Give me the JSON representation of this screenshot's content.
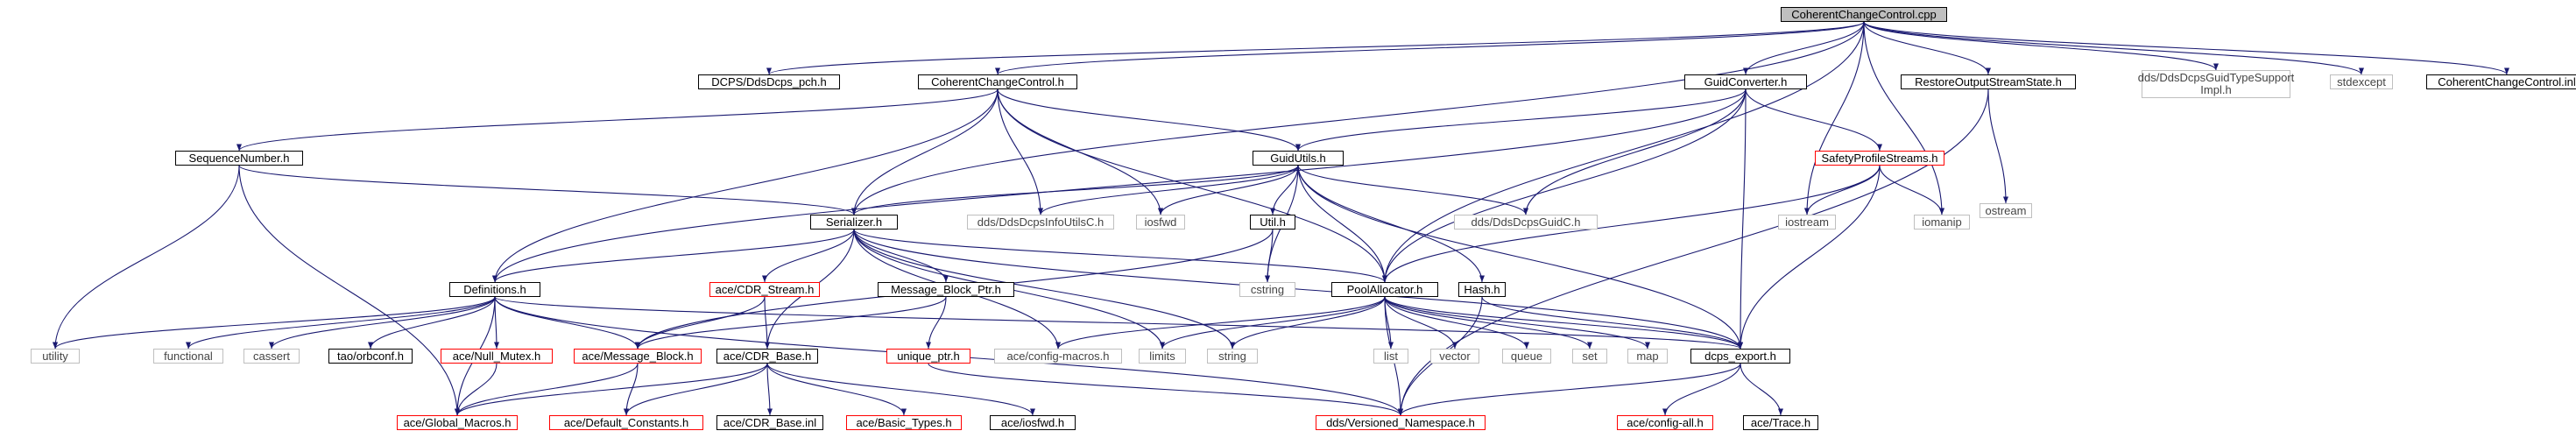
{
  "nodes": {
    "root": {
      "label": "CoherentChangeControl.cpp",
      "kind": "root"
    },
    "dcps_pch": {
      "label": "DCPS/DdsDcps_pch.h",
      "kind": "file"
    },
    "cc_h": {
      "label": "CoherentChangeControl.h",
      "kind": "file"
    },
    "guidconv": {
      "label": "GuidConverter.h",
      "kind": "file"
    },
    "restore": {
      "label": "RestoreOutputStreamState.h",
      "kind": "file"
    },
    "guidtypesupport": {
      "label": "dds/DdsDcpsGuidTypeSupport Impl.h",
      "kind": "external"
    },
    "stdexcept": {
      "label": "stdexcept",
      "kind": "external"
    },
    "cc_inl": {
      "label": "CoherentChangeControl.inl",
      "kind": "file"
    },
    "seqnum": {
      "label": "SequenceNumber.h",
      "kind": "file"
    },
    "guidutils": {
      "label": "GuidUtils.h",
      "kind": "file"
    },
    "safety": {
      "label": "SafetyProfileStreams.h",
      "kind": "missing"
    },
    "ostream": {
      "label": "ostream",
      "kind": "external"
    },
    "serializer": {
      "label": "Serializer.h",
      "kind": "file"
    },
    "infoutils": {
      "label": "dds/DdsDcpsInfoUtilsC.h",
      "kind": "external"
    },
    "iosfwd": {
      "label": "iosfwd",
      "kind": "external"
    },
    "util": {
      "label": "Util.h",
      "kind": "file"
    },
    "guidc": {
      "label": "dds/DdsDcpsGuidC.h",
      "kind": "external"
    },
    "iostream": {
      "label": "iostream",
      "kind": "external"
    },
    "iomanip": {
      "label": "iomanip",
      "kind": "external"
    },
    "definitions": {
      "label": "Definitions.h",
      "kind": "file"
    },
    "cdr_stream": {
      "label": "ace/CDR_Stream.h",
      "kind": "missing"
    },
    "mbptr": {
      "label": "Message_Block_Ptr.h",
      "kind": "file"
    },
    "cstring": {
      "label": "cstring",
      "kind": "external"
    },
    "poolalloc": {
      "label": "PoolAllocator.h",
      "kind": "file"
    },
    "hash": {
      "label": "Hash.h",
      "kind": "file"
    },
    "utility": {
      "label": "utility",
      "kind": "external"
    },
    "functional": {
      "label": "functional",
      "kind": "external"
    },
    "cassert": {
      "label": "cassert",
      "kind": "external"
    },
    "orbconf": {
      "label": "tao/orbconf.h",
      "kind": "file"
    },
    "nullmutex": {
      "label": "ace/Null_Mutex.h",
      "kind": "missing"
    },
    "msgblock": {
      "label": "ace/Message_Block.h",
      "kind": "missing"
    },
    "cdr_base": {
      "label": "ace/CDR_Base.h",
      "kind": "file"
    },
    "uniqueptr": {
      "label": "unique_ptr.h",
      "kind": "missing"
    },
    "configmacros": {
      "label": "ace/config-macros.h",
      "kind": "external"
    },
    "limits": {
      "label": "limits",
      "kind": "external"
    },
    "string": {
      "label": "string",
      "kind": "external"
    },
    "list": {
      "label": "list",
      "kind": "external"
    },
    "vector": {
      "label": "vector",
      "kind": "external"
    },
    "queue": {
      "label": "queue",
      "kind": "external"
    },
    "set": {
      "label": "set",
      "kind": "external"
    },
    "map": {
      "label": "map",
      "kind": "external"
    },
    "dcps_export": {
      "label": "dcps_export.h",
      "kind": "file"
    },
    "globalmacros": {
      "label": "ace/Global_Macros.h",
      "kind": "missing"
    },
    "defconst": {
      "label": "ace/Default_Constants.h",
      "kind": "missing"
    },
    "cdr_inl": {
      "label": "ace/CDR_Base.inl",
      "kind": "file"
    },
    "basictypes": {
      "label": "ace/Basic_Types.h",
      "kind": "missing"
    },
    "ace_iosfwd": {
      "label": "ace/iosfwd.h",
      "kind": "file"
    },
    "versioned": {
      "label": "dds/Versioned_Namespace.h",
      "kind": "missing"
    },
    "configall": {
      "label": "ace/config-all.h",
      "kind": "missing"
    },
    "trace": {
      "label": "ace/Trace.h",
      "kind": "file"
    }
  },
  "edges": [
    [
      "root",
      "dcps_pch"
    ],
    [
      "root",
      "cc_h"
    ],
    [
      "root",
      "serializer"
    ],
    [
      "root",
      "poolalloc"
    ],
    [
      "root",
      "guidconv"
    ],
    [
      "root",
      "iostream"
    ],
    [
      "root",
      "restore"
    ],
    [
      "root",
      "guidtypesupport"
    ],
    [
      "root",
      "stdexcept"
    ],
    [
      "root",
      "cc_inl"
    ],
    [
      "root",
      "iomanip"
    ],
    [
      "cc_h",
      "seqnum"
    ],
    [
      "cc_h",
      "serializer"
    ],
    [
      "cc_h",
      "guidutils"
    ],
    [
      "cc_h",
      "definitions"
    ],
    [
      "cc_h",
      "infoutils"
    ],
    [
      "cc_h",
      "iosfwd"
    ],
    [
      "cc_h",
      "poolalloc"
    ],
    [
      "seqnum",
      "serializer"
    ],
    [
      "seqnum",
      "utility"
    ],
    [
      "seqnum",
      "globalmacros"
    ],
    [
      "guidconv",
      "guidutils"
    ],
    [
      "guidconv",
      "safety"
    ],
    [
      "guidconv",
      "guidc"
    ],
    [
      "guidconv",
      "dcps_export"
    ],
    [
      "guidconv",
      "definitions"
    ],
    [
      "guidconv",
      "poolalloc"
    ],
    [
      "guidutils",
      "serializer"
    ],
    [
      "guidutils",
      "infoutils"
    ],
    [
      "guidutils",
      "iosfwd"
    ],
    [
      "guidutils",
      "util"
    ],
    [
      "guidutils",
      "guidc"
    ],
    [
      "guidutils",
      "cstring"
    ],
    [
      "guidutils",
      "poolalloc"
    ],
    [
      "guidutils",
      "hash"
    ],
    [
      "guidutils",
      "dcps_export"
    ],
    [
      "safety",
      "iostream"
    ],
    [
      "safety",
      "iomanip"
    ],
    [
      "safety",
      "poolalloc"
    ],
    [
      "safety",
      "dcps_export"
    ],
    [
      "restore",
      "ostream"
    ],
    [
      "restore",
      "versioned"
    ],
    [
      "serializer",
      "definitions"
    ],
    [
      "serializer",
      "cdr_stream"
    ],
    [
      "serializer",
      "mbptr"
    ],
    [
      "serializer",
      "poolalloc"
    ],
    [
      "serializer",
      "dcps_export"
    ],
    [
      "serializer",
      "configmacros"
    ],
    [
      "serializer",
      "limits"
    ],
    [
      "serializer",
      "string"
    ],
    [
      "serializer",
      "cdr_base"
    ],
    [
      "util",
      "cstring"
    ],
    [
      "util",
      "msgblock"
    ],
    [
      "definitions",
      "utility"
    ],
    [
      "definitions",
      "functional"
    ],
    [
      "definitions",
      "cassert"
    ],
    [
      "definitions",
      "orbconf"
    ],
    [
      "definitions",
      "nullmutex"
    ],
    [
      "definitions",
      "msgblock"
    ],
    [
      "definitions",
      "globalmacros"
    ],
    [
      "definitions",
      "versioned"
    ],
    [
      "definitions",
      "dcps_export"
    ],
    [
      "cdr_stream",
      "msgblock"
    ],
    [
      "cdr_stream",
      "cdr_base"
    ],
    [
      "mbptr",
      "msgblock"
    ],
    [
      "mbptr",
      "uniqueptr"
    ],
    [
      "poolalloc",
      "configmacros"
    ],
    [
      "poolalloc",
      "limits"
    ],
    [
      "poolalloc",
      "string"
    ],
    [
      "poolalloc",
      "list"
    ],
    [
      "poolalloc",
      "vector"
    ],
    [
      "poolalloc",
      "queue"
    ],
    [
      "poolalloc",
      "set"
    ],
    [
      "poolalloc",
      "map"
    ],
    [
      "poolalloc",
      "dcps_export"
    ],
    [
      "poolalloc",
      "versioned"
    ],
    [
      "hash",
      "dcps_export"
    ],
    [
      "hash",
      "versioned"
    ],
    [
      "nullmutex",
      "globalmacros"
    ],
    [
      "msgblock",
      "globalmacros"
    ],
    [
      "msgblock",
      "defconst"
    ],
    [
      "cdr_base",
      "globalmacros"
    ],
    [
      "cdr_base",
      "defconst"
    ],
    [
      "cdr_base",
      "cdr_inl"
    ],
    [
      "cdr_base",
      "basictypes"
    ],
    [
      "cdr_base",
      "ace_iosfwd"
    ],
    [
      "uniqueptr",
      "versioned"
    ],
    [
      "dcps_export",
      "versioned"
    ],
    [
      "dcps_export",
      "configall"
    ],
    [
      "dcps_export",
      "trace"
    ]
  ],
  "colors": {
    "edge": "#191970",
    "missing_border": "#ff0000",
    "external_border": "#bfbfbf",
    "root_fill": "#bfbfbf"
  }
}
